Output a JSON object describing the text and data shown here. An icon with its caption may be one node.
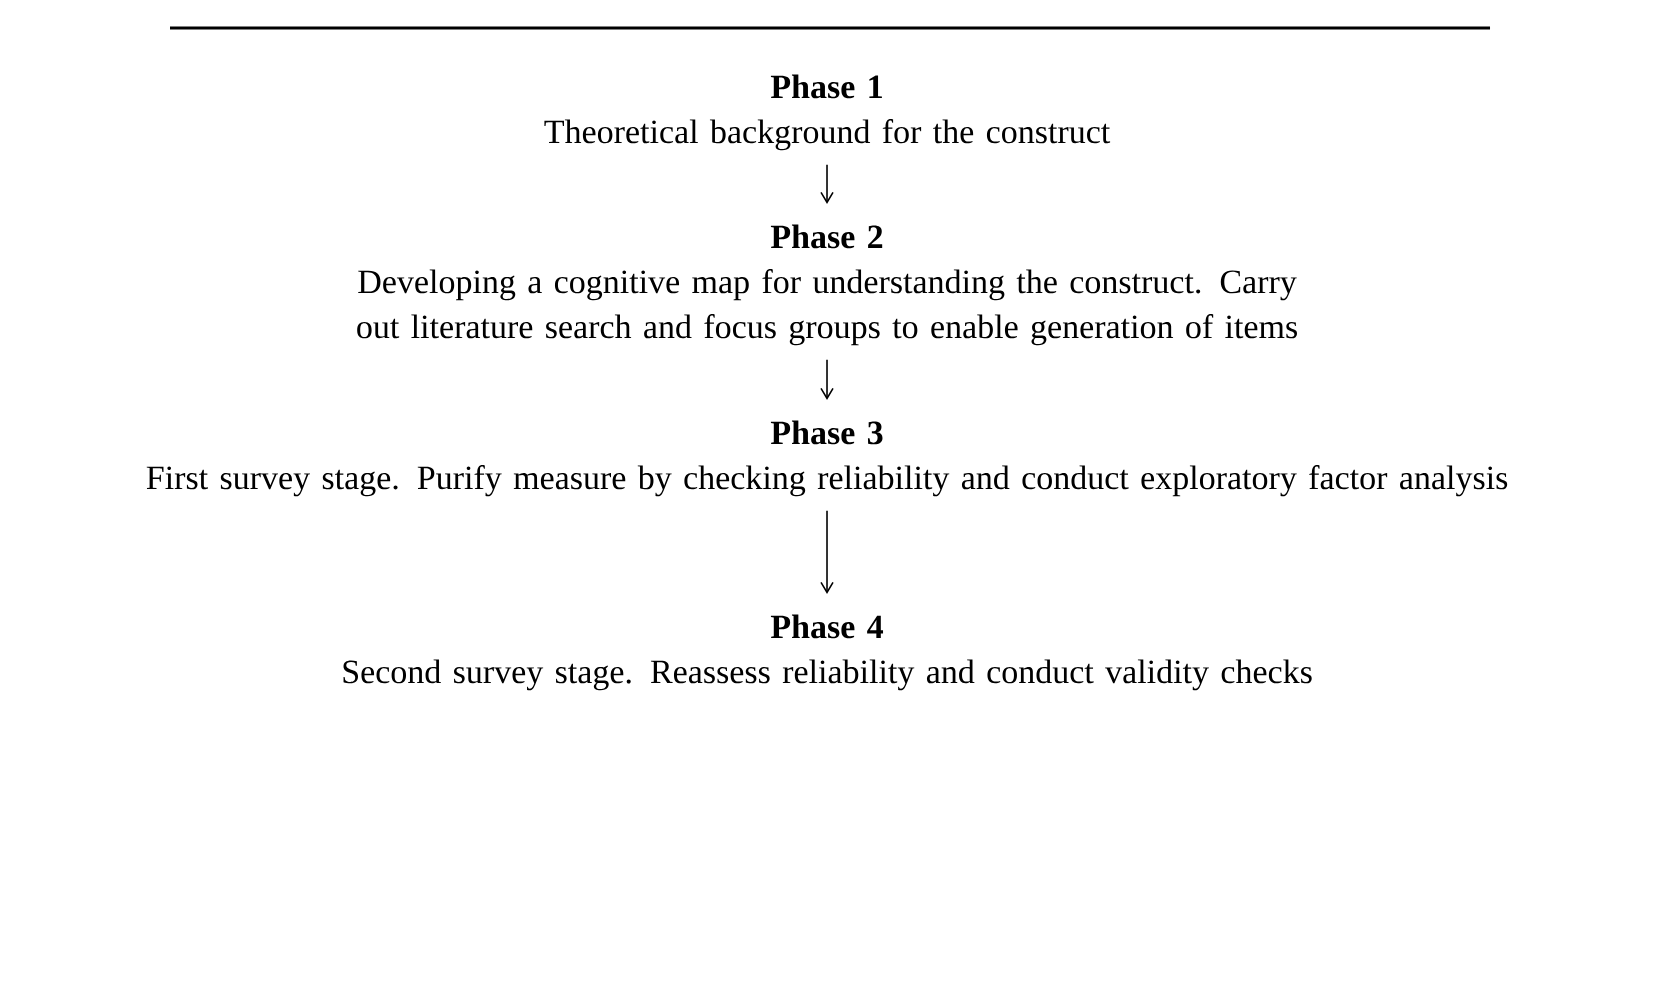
{
  "diagram": {
    "nodes": [
      {
        "text": [
          "Phase 1",
          "Theoretical background for the construct"
        ]
      },
      {
        "text": [
          "Phase 2",
          "Developing a cognitive map for understanding the construct. Carry out literature search and focus groups to enable generation of items"
        ]
      },
      {
        "text": [
          "Phase 3",
          "First survey stage. Purify measure by checking reliability and conduct exploratory factor analysis"
        ]
      },
      {
        "text": [
          "Phase 4",
          "Second survey stage. Reassess reliability and conduct validity checks"
        ]
      }
    ],
    "edges": [
      {
        "from": 0,
        "to": 1,
        "arrow": "to"
      },
      {
        "from": 1,
        "to": 2,
        "arrow": "to"
      },
      {
        "from": 2,
        "to": 3,
        "arrow": "to"
      }
    ]
  }
}
